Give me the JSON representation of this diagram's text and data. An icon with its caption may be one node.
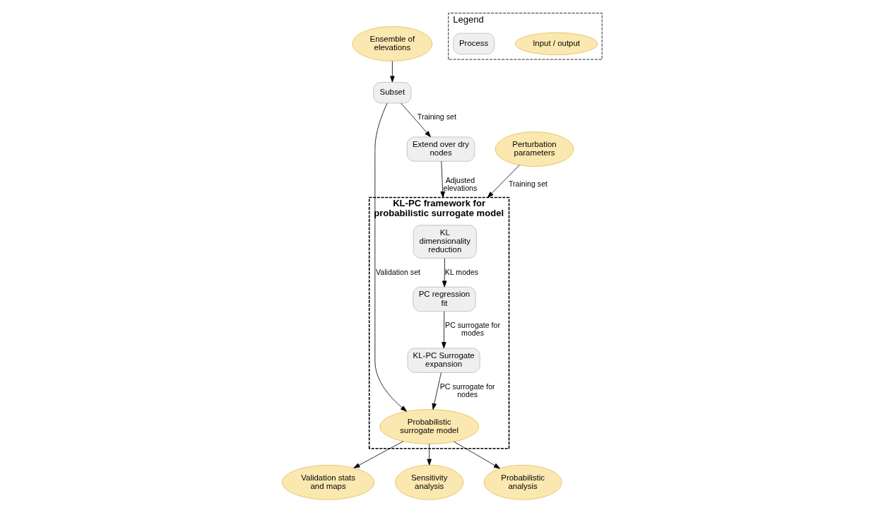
{
  "diagram": {
    "nodes": [
      {
        "text": [
          "Ensemble of elevations"
        ]
      },
      {
        "text": [
          "Perturbation parameters"
        ]
      },
      {
        "text": [
          "KL-PC framework for probabilistic surrogate model"
        ]
      },
      {
        "text": [
          "KL dimensionality reduction"
        ],
        "in": 2
      },
      {
        "text": [
          "PC regression fit"
        ],
        "in": 2
      },
      {
        "text": [
          "KL-PC Surrogate expansion"
        ],
        "in": 2
      },
      {
        "text": [
          "Probabilistic surrogate model"
        ],
        "in": 2
      },
      {
        "text": [
          "Subset"
        ]
      },
      {
        "text": [
          "Extend over dry nodes"
        ]
      },
      {
        "text": [
          "Validation stats and maps"
        ]
      },
      {
        "text": [
          "Sensitivity analysis"
        ]
      },
      {
        "text": [
          "Probabilistic analysis"
        ]
      },
      {
        "text": [
          "Legend"
        ]
      },
      {
        "text": [
          "Input / output"
        ],
        "in": 12
      },
      {
        "text": [
          "Process"
        ],
        "in": 12
      }
    ],
    "edges": [
      {
        "from": 0,
        "to": 7,
        "arrow": "to"
      },
      {
        "from": 1,
        "to": 2,
        "arrow": "to",
        "label": "Training set"
      },
      {
        "from": 3,
        "to": 4,
        "arrow": "to",
        "label": "KL modes"
      },
      {
        "from": 4,
        "to": 5,
        "arrow": "to",
        "label": "PC surrogate for modes"
      },
      {
        "from": 7,
        "to": 8,
        "arrow": "to",
        "label": "Training set"
      },
      {
        "from": 8,
        "to": 2,
        "arrow": "to",
        "label": "Adjusted elevations"
      },
      {
        "from": 5,
        "to": 6,
        "arrow": "to",
        "label": "PC surrogate for nodes"
      },
      {
        "from": 7,
        "to": 6,
        "arrow": "to",
        "label": "Validation set"
      },
      {
        "from": 6,
        "to": 9,
        "arrow": "to"
      },
      {
        "from": 6,
        "to": 10,
        "arrow": "to"
      },
      {
        "from": 6,
        "to": 11,
        "arrow": "to"
      }
    ]
  }
}
